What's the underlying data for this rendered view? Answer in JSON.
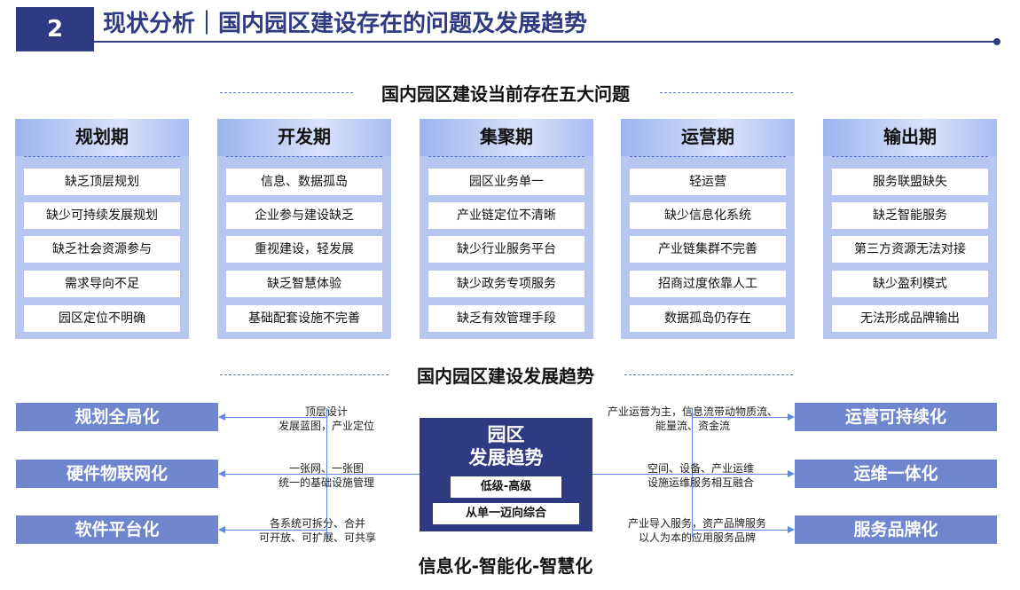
{
  "header": {
    "number": "2",
    "title": "现状分析｜国内园区建设存在的问题及发展趋势"
  },
  "problems": {
    "title": "国内园区建设当前存在五大问题",
    "columns": [
      {
        "title": "规划期",
        "items": [
          "缺乏顶层规划",
          "缺少可持续发展规划",
          "缺乏社会资源参与",
          "需求导向不足",
          "园区定位不明确"
        ]
      },
      {
        "title": "开发期",
        "items": [
          "信息、数据孤岛",
          "企业参与建设缺乏",
          "重视建设，轻发展",
          "缺乏智慧体验",
          "基础配套设施不完善"
        ]
      },
      {
        "title": "集聚期",
        "items": [
          "园区业务单一",
          "产业链定位不清晰",
          "缺少行业服务平台",
          "缺少政务专项服务",
          "缺乏有效管理手段"
        ]
      },
      {
        "title": "运营期",
        "items": [
          "轻运营",
          "缺少信息化系统",
          "产业链集群不完善",
          "招商过度依靠人工",
          "数据孤岛仍存在"
        ]
      },
      {
        "title": "输出期",
        "items": [
          "服务联盟缺失",
          "缺乏智能服务",
          "第三方资源无法对接",
          "缺少盈利模式",
          "无法形成品牌输出"
        ]
      }
    ]
  },
  "trends": {
    "title": "国内园区建设发展趋势",
    "left": [
      {
        "label": "规划全局化",
        "note_line1": "顶层设计",
        "note_line2": "发展蓝图，产业定位"
      },
      {
        "label": "硬件物联网化",
        "note_line1": "一张网、一张图",
        "note_line2": "统一的基础设施管理"
      },
      {
        "label": "软件平台化",
        "note_line1": "各系统可拆分、合并",
        "note_line2": "可开放、可扩展、可共享"
      }
    ],
    "right": [
      {
        "label": "运营可持续化",
        "note_line1": "产业运营为主，信息流带动物质流、",
        "note_line2": "能量流、资金流"
      },
      {
        "label": "运维一体化",
        "note_line1": "空间、设备、产业运维",
        "note_line2": "设施运维服务相互融合"
      },
      {
        "label": "服务品牌化",
        "note_line1": "产业导入服务，资产品牌服务",
        "note_line2": "以人为本的应用服务品牌"
      }
    ],
    "center": {
      "title_line1": "园区",
      "title_line2": "发展趋势",
      "pill1": "低级-高级",
      "pill2": "从单一迈向综合"
    },
    "bottom": "信息化-智能化-智慧化"
  }
}
